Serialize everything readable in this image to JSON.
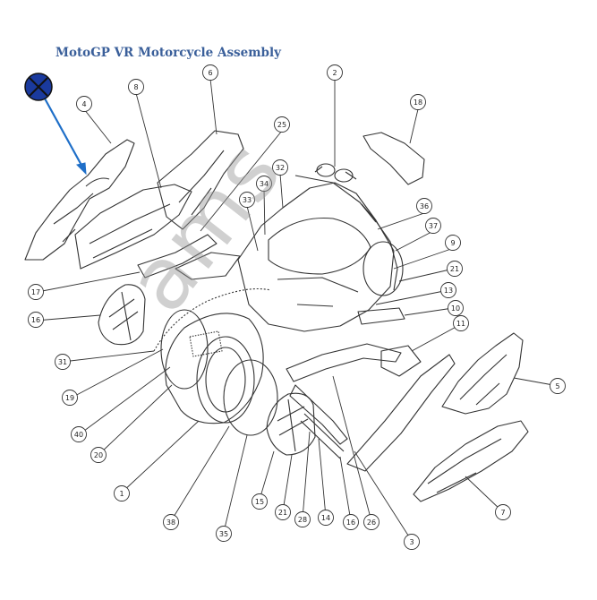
{
  "title": "MotoGP VR Motorcycle Assembly",
  "watermark": "ams",
  "colors": {
    "title": "#3a5f9a",
    "pointer": "#1f6fc8",
    "marker": "#1a3a9e",
    "line": "#333333"
  },
  "marker_icon": "crossed-circle-icon",
  "callouts": [
    "1",
    "2",
    "3",
    "4",
    "5",
    "6",
    "7",
    "8",
    "9",
    "10",
    "11",
    "13",
    "14",
    "15",
    "16",
    "16",
    "17",
    "18",
    "19",
    "20",
    "21",
    "21",
    "25",
    "26",
    "28",
    "31",
    "32",
    "33",
    "34",
    "35",
    "36",
    "37",
    "38",
    "40"
  ]
}
